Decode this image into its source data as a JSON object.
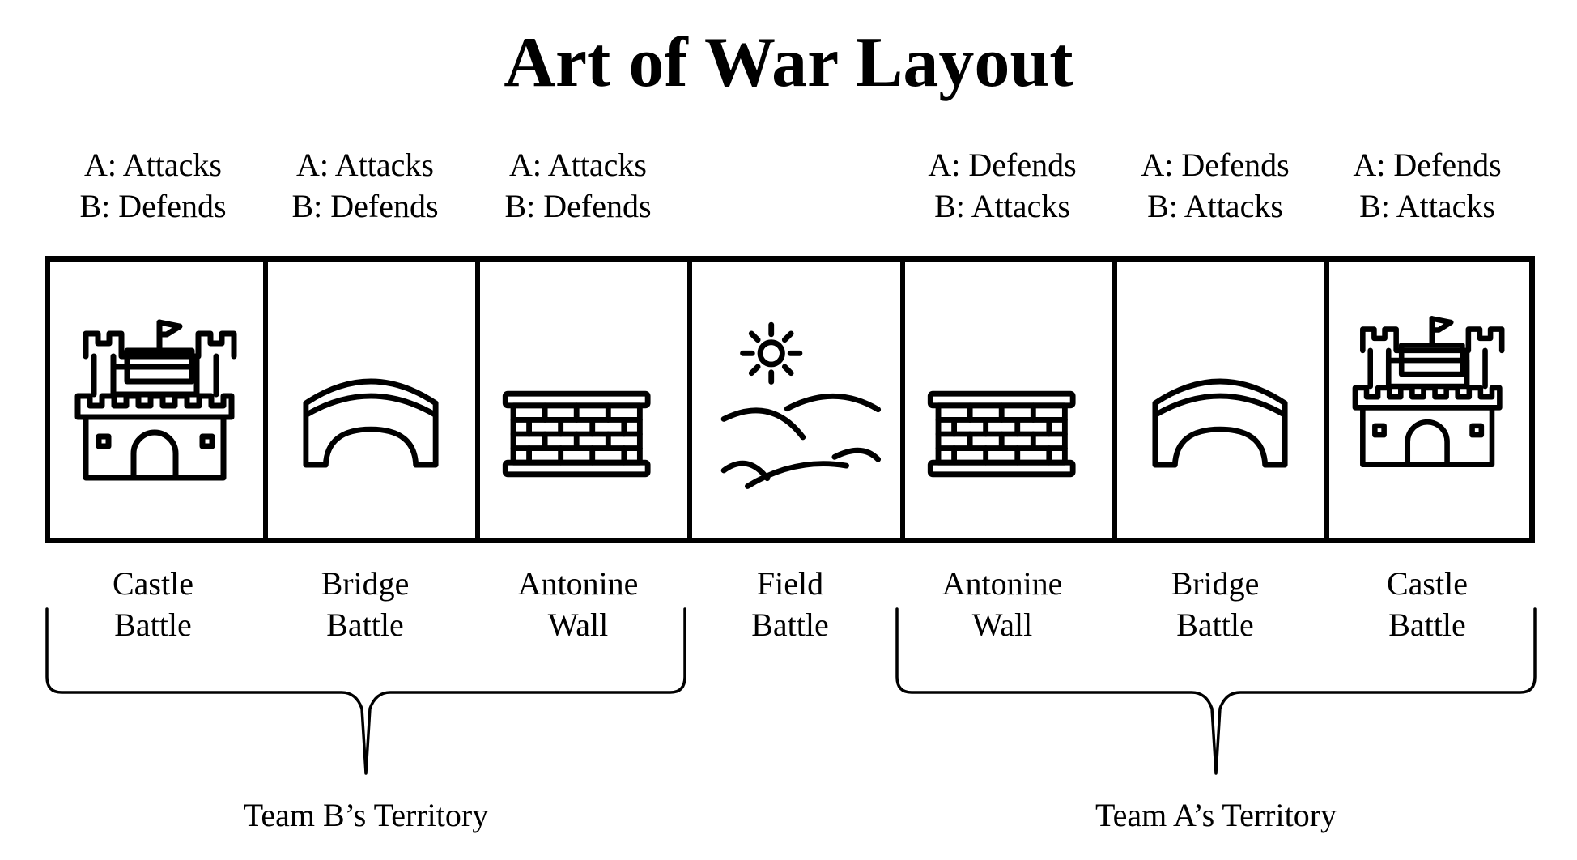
{
  "title": "Art of War Layout",
  "battles": [
    {
      "role_a": "A: Attacks",
      "role_b": "B: Defends",
      "name_line1": "Castle",
      "name_line2": "Battle",
      "icon": "castle-icon"
    },
    {
      "role_a": "A: Attacks",
      "role_b": "B: Defends",
      "name_line1": "Bridge",
      "name_line2": "Battle",
      "icon": "bridge-icon"
    },
    {
      "role_a": "A: Attacks",
      "role_b": "B: Defends",
      "name_line1": "Antonine",
      "name_line2": "Wall",
      "icon": "brick-wall-icon"
    },
    {
      "role_a": "",
      "role_b": "",
      "name_line1": "Field",
      "name_line2": "Battle",
      "icon": "field-sun-hills-icon"
    },
    {
      "role_a": "A: Defends",
      "role_b": "B: Attacks",
      "name_line1": "Antonine",
      "name_line2": "Wall",
      "icon": "brick-wall-icon"
    },
    {
      "role_a": "A: Defends",
      "role_b": "B: Attacks",
      "name_line1": "Bridge",
      "name_line2": "Battle",
      "icon": "bridge-icon"
    },
    {
      "role_a": "A: Defends",
      "role_b": "B: Attacks",
      "name_line1": "Castle",
      "name_line2": "Battle",
      "icon": "castle-icon"
    }
  ],
  "territories": [
    {
      "label": "Team B’s Territory"
    },
    {
      "label": "Team A’s Territory"
    }
  ],
  "colors": {
    "line": "#000000",
    "background": "#ffffff"
  }
}
